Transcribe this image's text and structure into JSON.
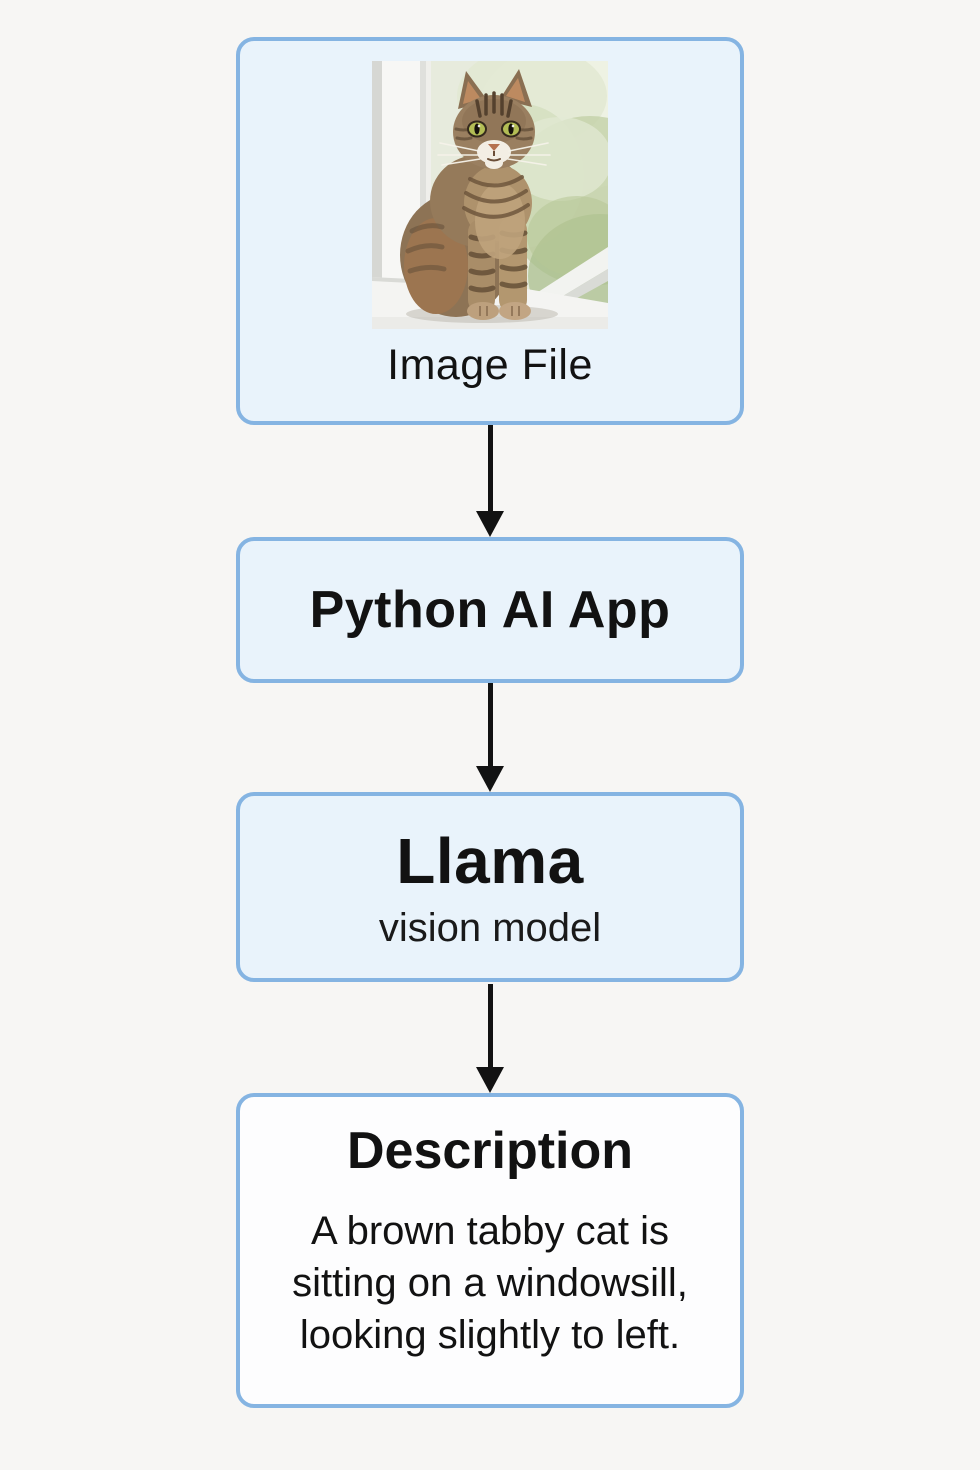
{
  "page": {
    "background_color": "#f7f6f4",
    "node_border_color": "#85b4e2",
    "node_fill_color": "#e9f3fb",
    "description_fill_color": "#fdfdfe",
    "arrow_color": "#121212"
  },
  "nodes": {
    "image_file": {
      "label": "Image File",
      "image_alt": "Brown tabby cat sitting on a white windowsill in front of a window with blurred greenery"
    },
    "python_app": {
      "label": "Python AI App"
    },
    "llama": {
      "title": "Llama",
      "subtitle": "vision model"
    },
    "description": {
      "title": "Description",
      "text": "A brown tabby cat is sitting on a windowsill, looking slightly to left."
    }
  }
}
